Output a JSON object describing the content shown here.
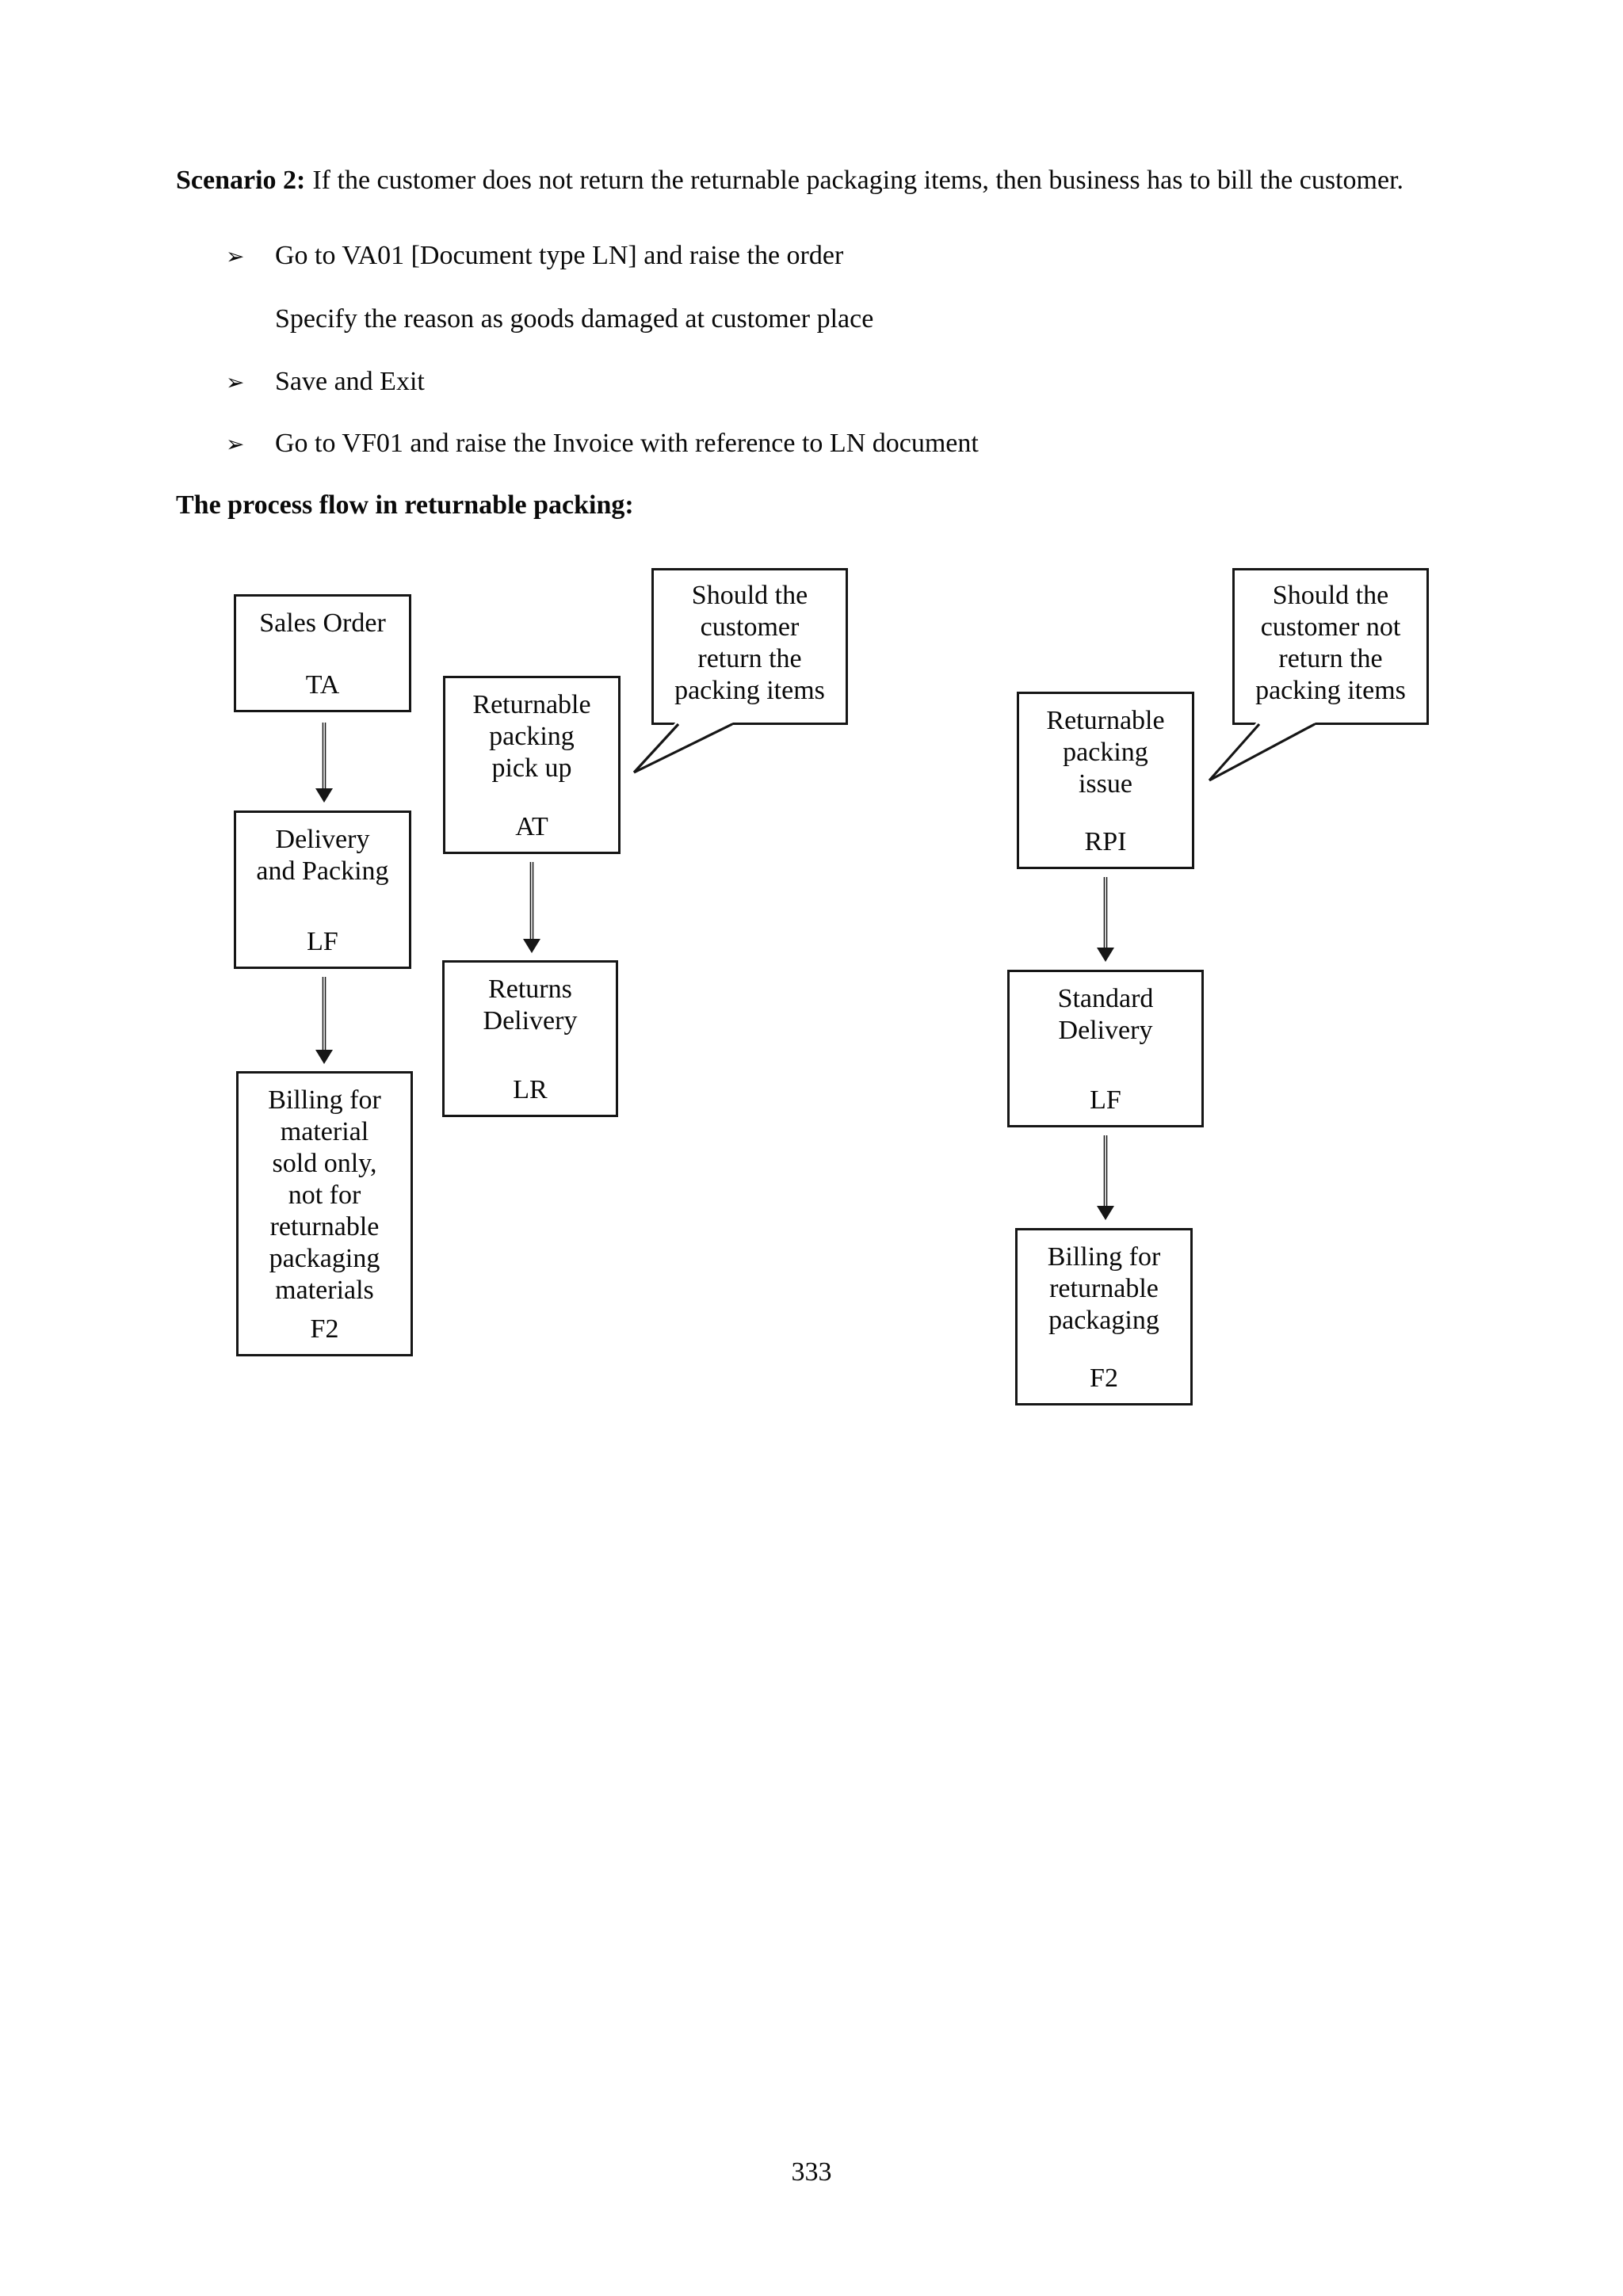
{
  "page": {
    "scenario": {
      "label": "Scenario 2:",
      "text": "If the customer does not return the returnable packaging items, then business has to bill the customer."
    },
    "bullets": [
      {
        "marker": "➢",
        "text": "Go to VA01 [Document type LN] and raise the order"
      },
      {
        "marker": "",
        "text": "Specify the reason as goods damaged at customer place"
      },
      {
        "marker": "➢",
        "text": "Save and Exit"
      },
      {
        "marker": "➢",
        "text": "Go to VF01 and raise the Invoice with reference to LN document"
      }
    ],
    "heading": "The process flow in returnable packing:",
    "page_number": "333"
  },
  "diagram": {
    "boxes": [
      {
        "id": "sales-order",
        "title": [
          "Sales Order"
        ],
        "code": "TA"
      },
      {
        "id": "delivery-and-packing",
        "title": [
          "Delivery",
          "and Packing"
        ],
        "code": "LF"
      },
      {
        "id": "billing-material-only",
        "title": [
          "Billing for",
          "material",
          "sold only,",
          "not for",
          "returnable",
          "packaging",
          "materials"
        ],
        "code": "F2"
      },
      {
        "id": "returnable-packing-pickup",
        "title": [
          "Returnable",
          "packing",
          "pick up"
        ],
        "code": "AT"
      },
      {
        "id": "returns-delivery",
        "title": [
          "Returns",
          "Delivery"
        ],
        "code": "LR"
      },
      {
        "id": "returnable-packing-issue",
        "title": [
          "Returnable",
          "packing",
          "issue"
        ],
        "code": "RPI"
      },
      {
        "id": "standard-delivery",
        "title": [
          "Standard",
          "Delivery"
        ],
        "code": "LF"
      },
      {
        "id": "billing-returnable",
        "title": [
          "Billing for",
          "returnable",
          "packaging"
        ],
        "code": "F2"
      }
    ],
    "callouts": [
      {
        "id": "callout-return",
        "text": [
          "Should the",
          "customer",
          "return the",
          "packing items"
        ]
      },
      {
        "id": "callout-not-return",
        "text": [
          "Should the",
          "customer not",
          "return the",
          "packing items"
        ]
      }
    ]
  },
  "colors": {
    "ink": "#0a0a0a",
    "paper": "#ffffff"
  }
}
